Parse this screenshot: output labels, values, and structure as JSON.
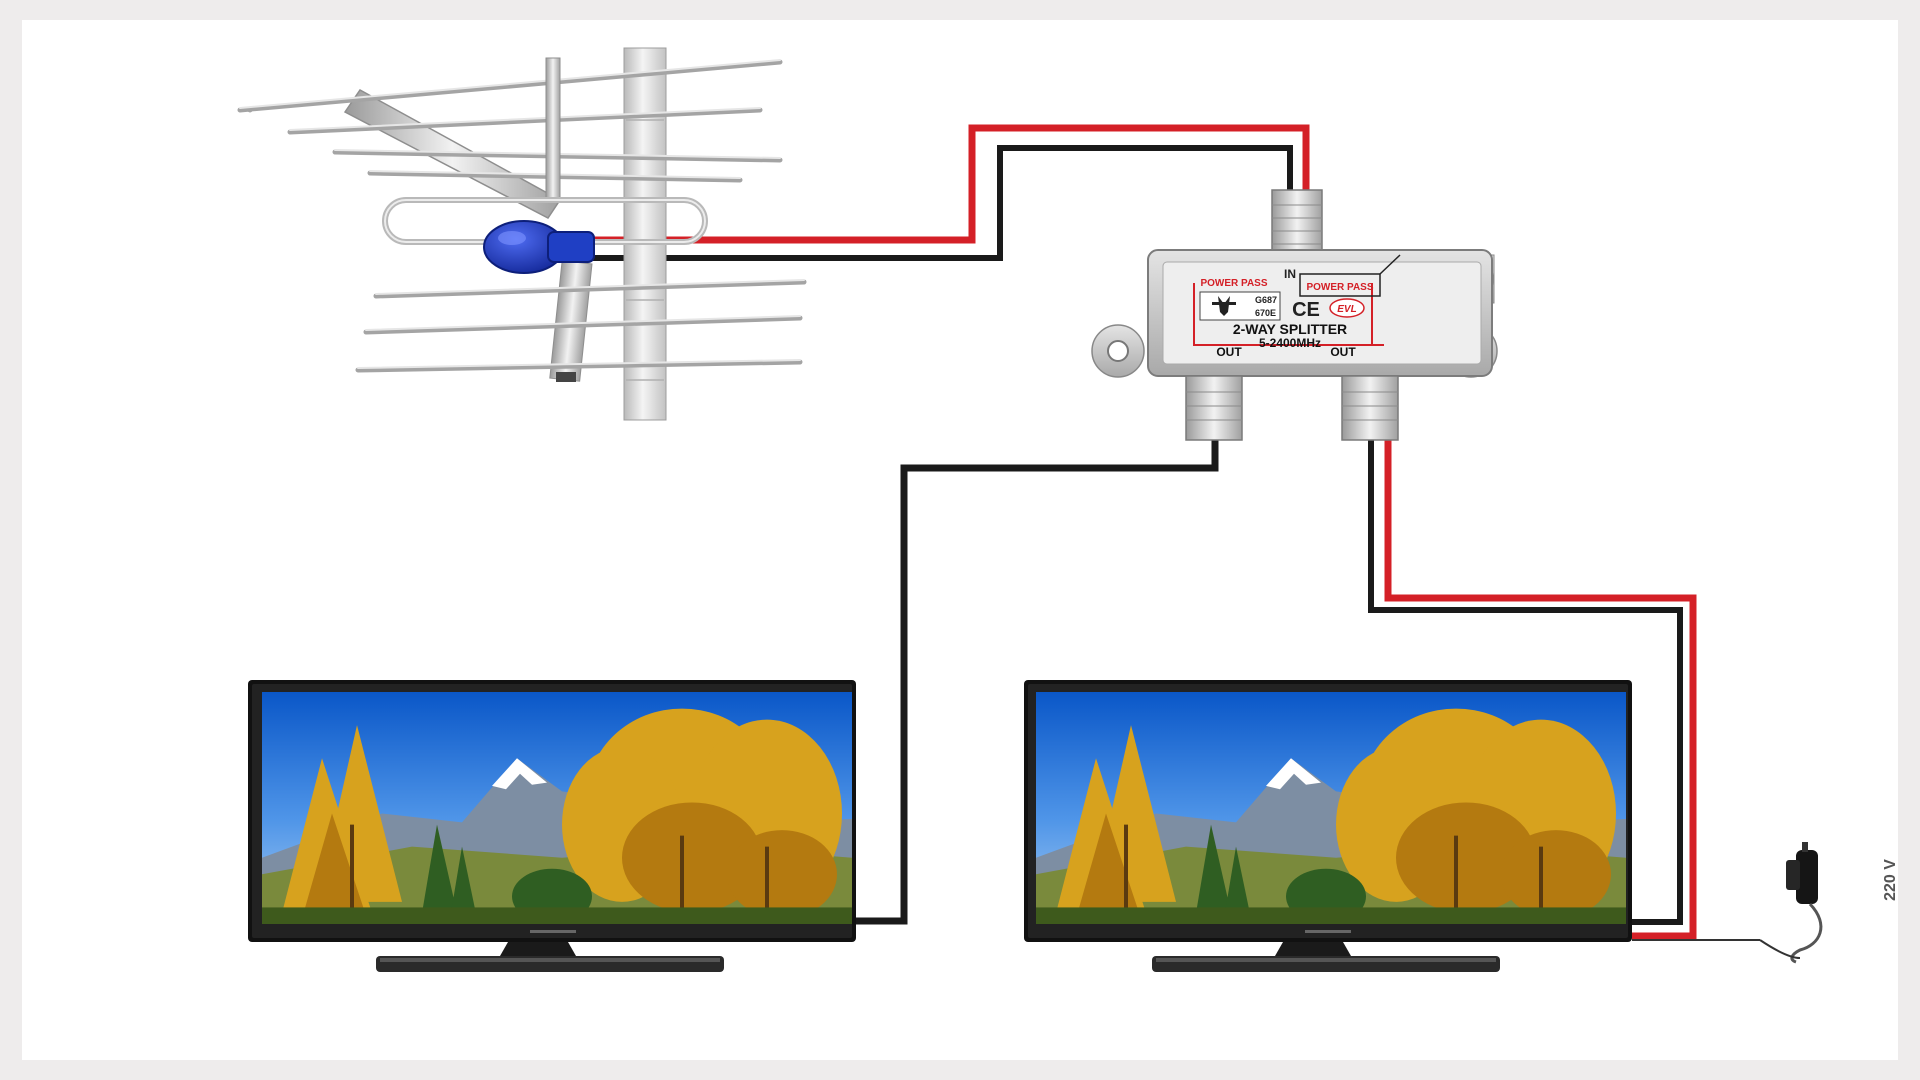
{
  "splitter": {
    "in_label": "IN",
    "power_pass_left": "POWER PASS",
    "power_pass_right": "POWER PASS",
    "cert_line1": "G687",
    "cert_line2": "670E",
    "ce_mark": "CE",
    "brand": "EVL",
    "title": "2-WAY SPLITTER",
    "freq": "5-2400MHz",
    "out_left": "OUT",
    "out_right": "OUT"
  },
  "power_adapter": {
    "voltage_label": "220 V"
  },
  "colors": {
    "power_cable": "#d42027",
    "signal_cable": "#1a1a1a",
    "amplifier": "#1f3fc4",
    "splitter_body": "#c9c9c9"
  },
  "icons": [
    "antenna-icon",
    "amplifier-icon",
    "splitter-icon",
    "tv-icon",
    "power-adapter-icon"
  ]
}
